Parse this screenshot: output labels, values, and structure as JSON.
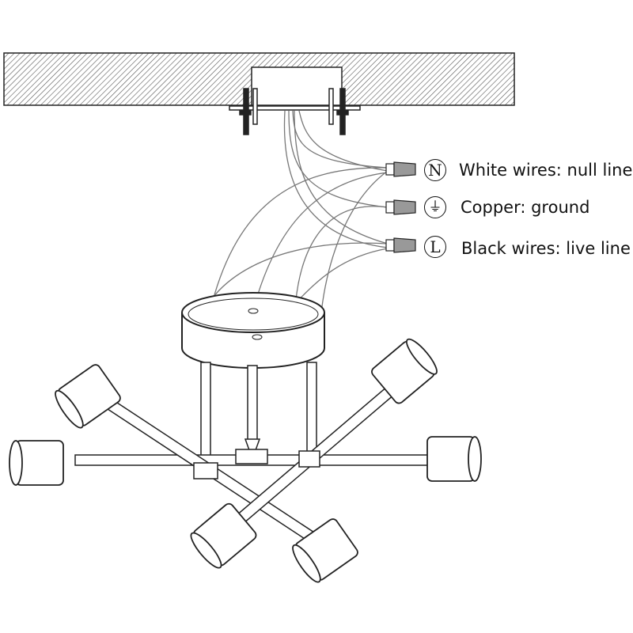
{
  "legend": [
    {
      "symbol": "N",
      "icon": "neutral-symbol-icon",
      "text": "White wires: null line"
    },
    {
      "symbol": "⏚",
      "icon": "ground-symbol-icon",
      "text": "Copper: ground"
    },
    {
      "symbol": "L",
      "icon": "live-symbol-icon",
      "text": "Black wires: live line"
    }
  ],
  "colors": {
    "line": "#222222",
    "wire": "#888888",
    "fill": "#ffffff"
  }
}
